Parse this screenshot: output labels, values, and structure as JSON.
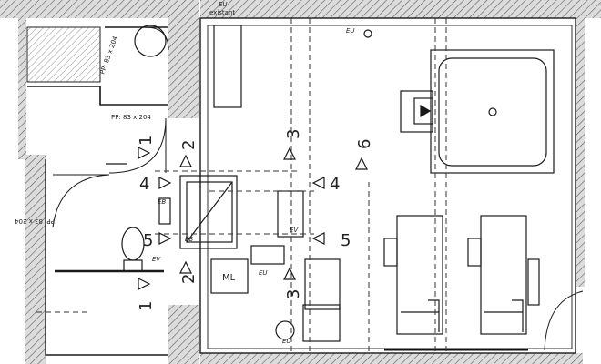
{
  "labels": {
    "pp_top_rotated": "PP: 83 x 204",
    "pp_mid": "PP: 83 x 204",
    "pp_left_rotated": "PP: 83 x 204",
    "existant": "existant",
    "eu": "EU",
    "ev": "EV",
    "eb": "EB",
    "ml": "ML"
  },
  "section_marks": {
    "one": "1",
    "two": "2",
    "three": "3",
    "four": "4",
    "five": "5",
    "six": "6"
  },
  "colors": {
    "wall_fill": "#b8b8b8",
    "line": "#1a1a1a",
    "dashed": "#333333"
  }
}
